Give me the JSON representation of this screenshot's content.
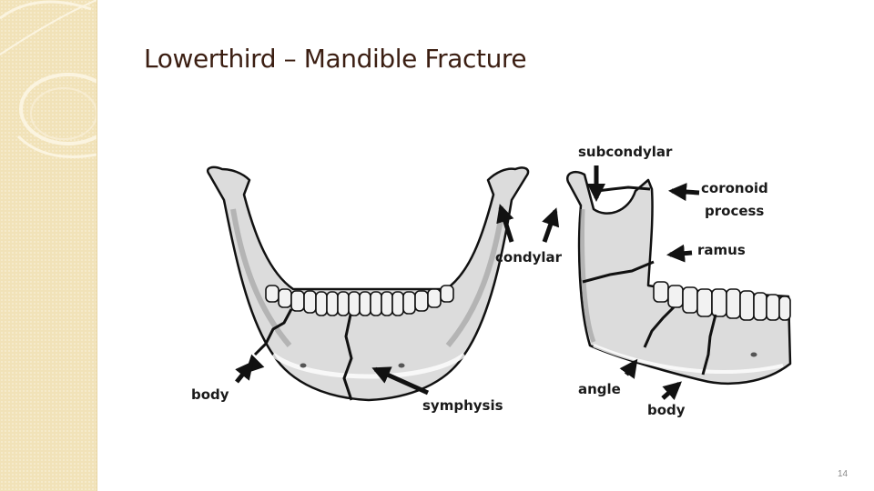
{
  "slide": {
    "title": "Lowerthird – Mandible Fracture",
    "page_number": "14"
  },
  "diagram": {
    "labels": {
      "subcondylar": "subcondylar",
      "coronoid_line1": "coronoid",
      "coronoid_line2": "process",
      "ramus": "ramus",
      "condylar": "condylar",
      "body_front": "body",
      "symphysis": "symphysis",
      "angle": "angle",
      "body_side": "body"
    }
  }
}
